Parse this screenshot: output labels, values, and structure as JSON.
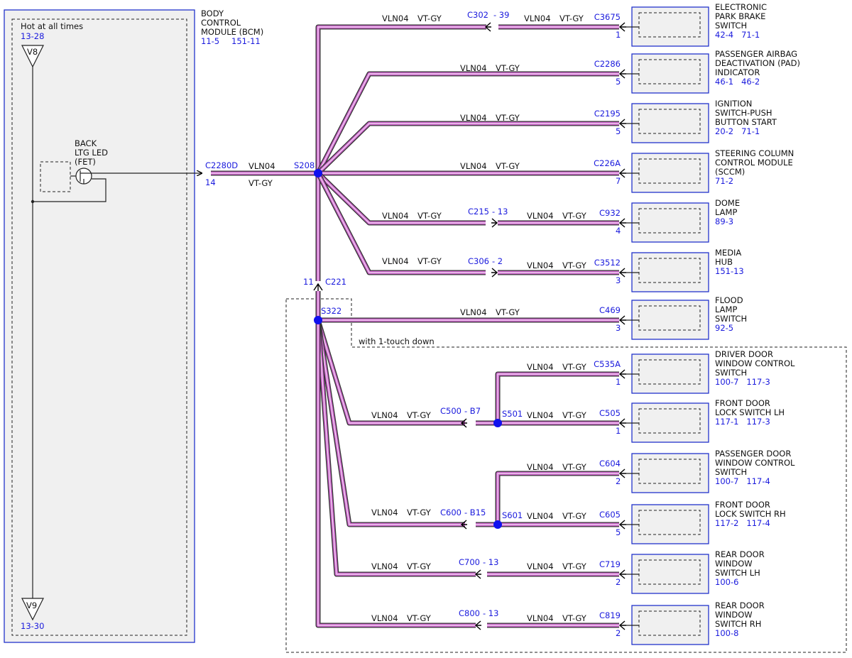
{
  "bcm": {
    "hot_label": "Hot at all times",
    "v8": {
      "label": "V8",
      "ref": "13-28"
    },
    "v9": {
      "label": "V9",
      "ref": "13-30"
    },
    "title": [
      "BODY",
      "CONTROL",
      "MODULE (BCM)"
    ],
    "refs": [
      "11-5",
      "151-11"
    ],
    "fet_label": [
      "BACK",
      "LTG LED",
      "(FET)"
    ],
    "connector": "C2280D",
    "pin": "14"
  },
  "main_wire": {
    "circuit": "VLN04",
    "color": "VT-GY"
  },
  "splices": {
    "s208": "S208",
    "s322": "S322",
    "s501": "S501",
    "s601": "S601",
    "c221": "C221",
    "c221_pin": "11"
  },
  "note": "with 1-touch down",
  "circuit": "VLN04",
  "color": "VT-GY",
  "inline_connectors": {
    "c302": {
      "name": "C302",
      "pin": "- 39"
    },
    "c215": {
      "name": "C215",
      "pin": "- 13"
    },
    "c306": {
      "name": "C306",
      "pin": "- 2"
    },
    "c500": {
      "name": "C500",
      "pin": "- B7"
    },
    "c600": {
      "name": "C600",
      "pin": "- B15"
    },
    "c700": {
      "name": "C700",
      "pin": "- 13"
    },
    "c800": {
      "name": "C800",
      "pin": "- 13"
    }
  },
  "components": [
    {
      "connector": "C3675",
      "pin": "1",
      "name": [
        "ELECTRONIC",
        "PARK BRAKE",
        "SWITCH"
      ],
      "refs": "42-4   71-1"
    },
    {
      "connector": "C2286",
      "pin": "5",
      "name": [
        "PASSENGER AIRBAG",
        "DEACTIVATION (PAD)",
        "INDICATOR"
      ],
      "refs": "46-1   46-2"
    },
    {
      "connector": "C2195",
      "pin": "5",
      "name": [
        "IGNITION",
        "SWITCH-PUSH",
        "BUTTON START"
      ],
      "refs": "20-2   71-1"
    },
    {
      "connector": "C226A",
      "pin": "7",
      "name": [
        "STEERING COLUMN",
        "CONTROL MODULE",
        "(SCCM)"
      ],
      "refs": "71-2"
    },
    {
      "connector": "C932",
      "pin": "4",
      "name": [
        "DOME",
        "LAMP"
      ],
      "refs": "89-3"
    },
    {
      "connector": "C3512",
      "pin": "3",
      "name": [
        "MEDIA",
        "HUB"
      ],
      "refs": "151-13"
    },
    {
      "connector": "C469",
      "pin": "3",
      "name": [
        "FLOOD",
        "LAMP",
        "SWITCH"
      ],
      "refs": "92-5"
    },
    {
      "connector": "C535A",
      "pin": "1",
      "name": [
        "DRIVER DOOR",
        "WINDOW CONTROL",
        "SWITCH"
      ],
      "refs": "100-7   117-3"
    },
    {
      "connector": "C505",
      "pin": "1",
      "name": [
        "FRONT DOOR",
        "LOCK SWITCH LH"
      ],
      "refs": "117-1   117-3"
    },
    {
      "connector": "C604",
      "pin": "2",
      "name": [
        "PASSENGER DOOR",
        "WINDOW CONTROL",
        "SWITCH"
      ],
      "refs": "100-7   117-4"
    },
    {
      "connector": "C605",
      "pin": "5",
      "name": [
        "FRONT DOOR",
        "LOCK SWITCH RH"
      ],
      "refs": "117-2   117-4"
    },
    {
      "connector": "C719",
      "pin": "2",
      "name": [
        "REAR DOOR",
        "WINDOW",
        "SWITCH LH"
      ],
      "refs": "100-6"
    },
    {
      "connector": "C819",
      "pin": "2",
      "name": [
        "REAR DOOR",
        "WINDOW",
        "SWITCH RH"
      ],
      "refs": "100-8"
    }
  ],
  "colors": {
    "wire": "#cc66cc",
    "splice": "#1010ee",
    "ref_text": "#1a1add",
    "module_border": "#2233cc",
    "module_fill": "#f0f0f0"
  }
}
